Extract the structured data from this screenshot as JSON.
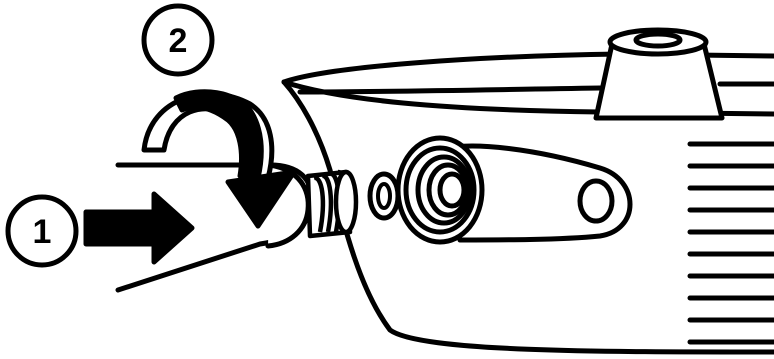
{
  "steps": [
    {
      "number": "1",
      "action": "push"
    },
    {
      "number": "2",
      "action": "twist"
    }
  ],
  "colors": {
    "line": "#000000",
    "fill": "#ffffff"
  }
}
